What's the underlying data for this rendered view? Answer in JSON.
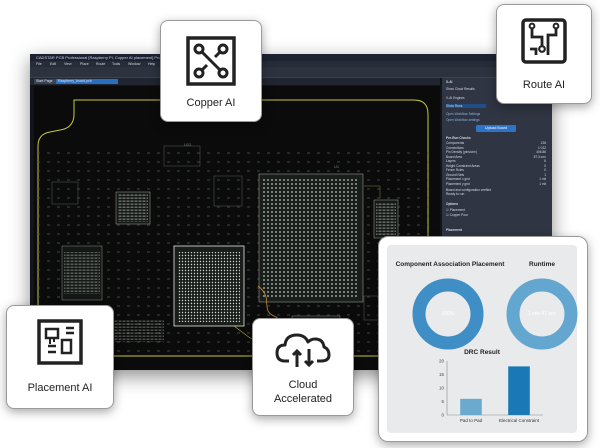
{
  "app": {
    "title": "CADSTAR PCB Professional [Raspberry Pi, Copper AI placement] Project [...]",
    "menu": [
      "File",
      "Edit",
      "View",
      "Place",
      "Route",
      "Tools",
      "Window",
      "Help"
    ],
    "tabs": [
      "Start Page",
      "Raspberry_board.pcb"
    ],
    "window_buttons": [
      "–",
      "□",
      "×"
    ]
  },
  "panel": {
    "header": "X-AI",
    "sub": "Show Cloud Results",
    "section1": "X-AI Engines",
    "engine_label": "Show Runs",
    "link1": "Open Workflow Settings",
    "link2": "Open Workflow settings",
    "upload_label": "Upload Board",
    "checks_title": "Pre-Run Checks",
    "checks": [
      {
        "label": "Components",
        "value": "136"
      },
      {
        "label": "Connections",
        "value": "1 022"
      },
      {
        "label": "Pin Density (pins/cm²)",
        "value": "406.86"
      },
      {
        "label": "Board Area",
        "value": "57.3 cm²"
      },
      {
        "label": "Layers",
        "value": "6"
      },
      {
        "label": "Height Constraint Areas",
        "value": "0"
      },
      {
        "label": "Fence Rules",
        "value": "0"
      },
      {
        "label": "Ground Nets",
        "value": "1"
      },
      {
        "label": "Placement x grid",
        "value": "1 mil"
      },
      {
        "label": "Placement y grid",
        "value": "1 mil"
      }
    ],
    "ready_text": "Board and configuration verified",
    "ready_text2": "Ready to run",
    "options_title": "Options",
    "option1": "Placement",
    "option2": "Copper Pour",
    "footer": "Placement"
  },
  "cards": {
    "copper": "Copper AI",
    "route": "Route AI",
    "placement": "Placement AI",
    "cloud_line1": "Cloud",
    "cloud_line2": "Accelerated"
  },
  "stats": {
    "association_title": "Component Association Placement",
    "association_value": "100%",
    "association_fraction": 1.0,
    "runtime_title": "Runtime",
    "runtime_value": "1 min 47 sec",
    "drc_title": "DRC Result"
  },
  "chart_data": {
    "type": "bar",
    "title": "DRC Result",
    "categories": [
      "Pad to Pad",
      "Electrical Constraint"
    ],
    "values": [
      6,
      18
    ],
    "ylim": [
      0,
      20
    ],
    "yticks": [
      0,
      5,
      10,
      15,
      20
    ],
    "colors": [
      "#6ba9cf",
      "#1a78b6"
    ],
    "grid": false
  },
  "colors": {
    "accent_blue": "#1a78b6",
    "ring_blue": "#3f8fc6",
    "runtime_ring": "#63a7d1",
    "pcb_background": "#0a0b0a",
    "pcb_outline": "#c9c93a"
  }
}
